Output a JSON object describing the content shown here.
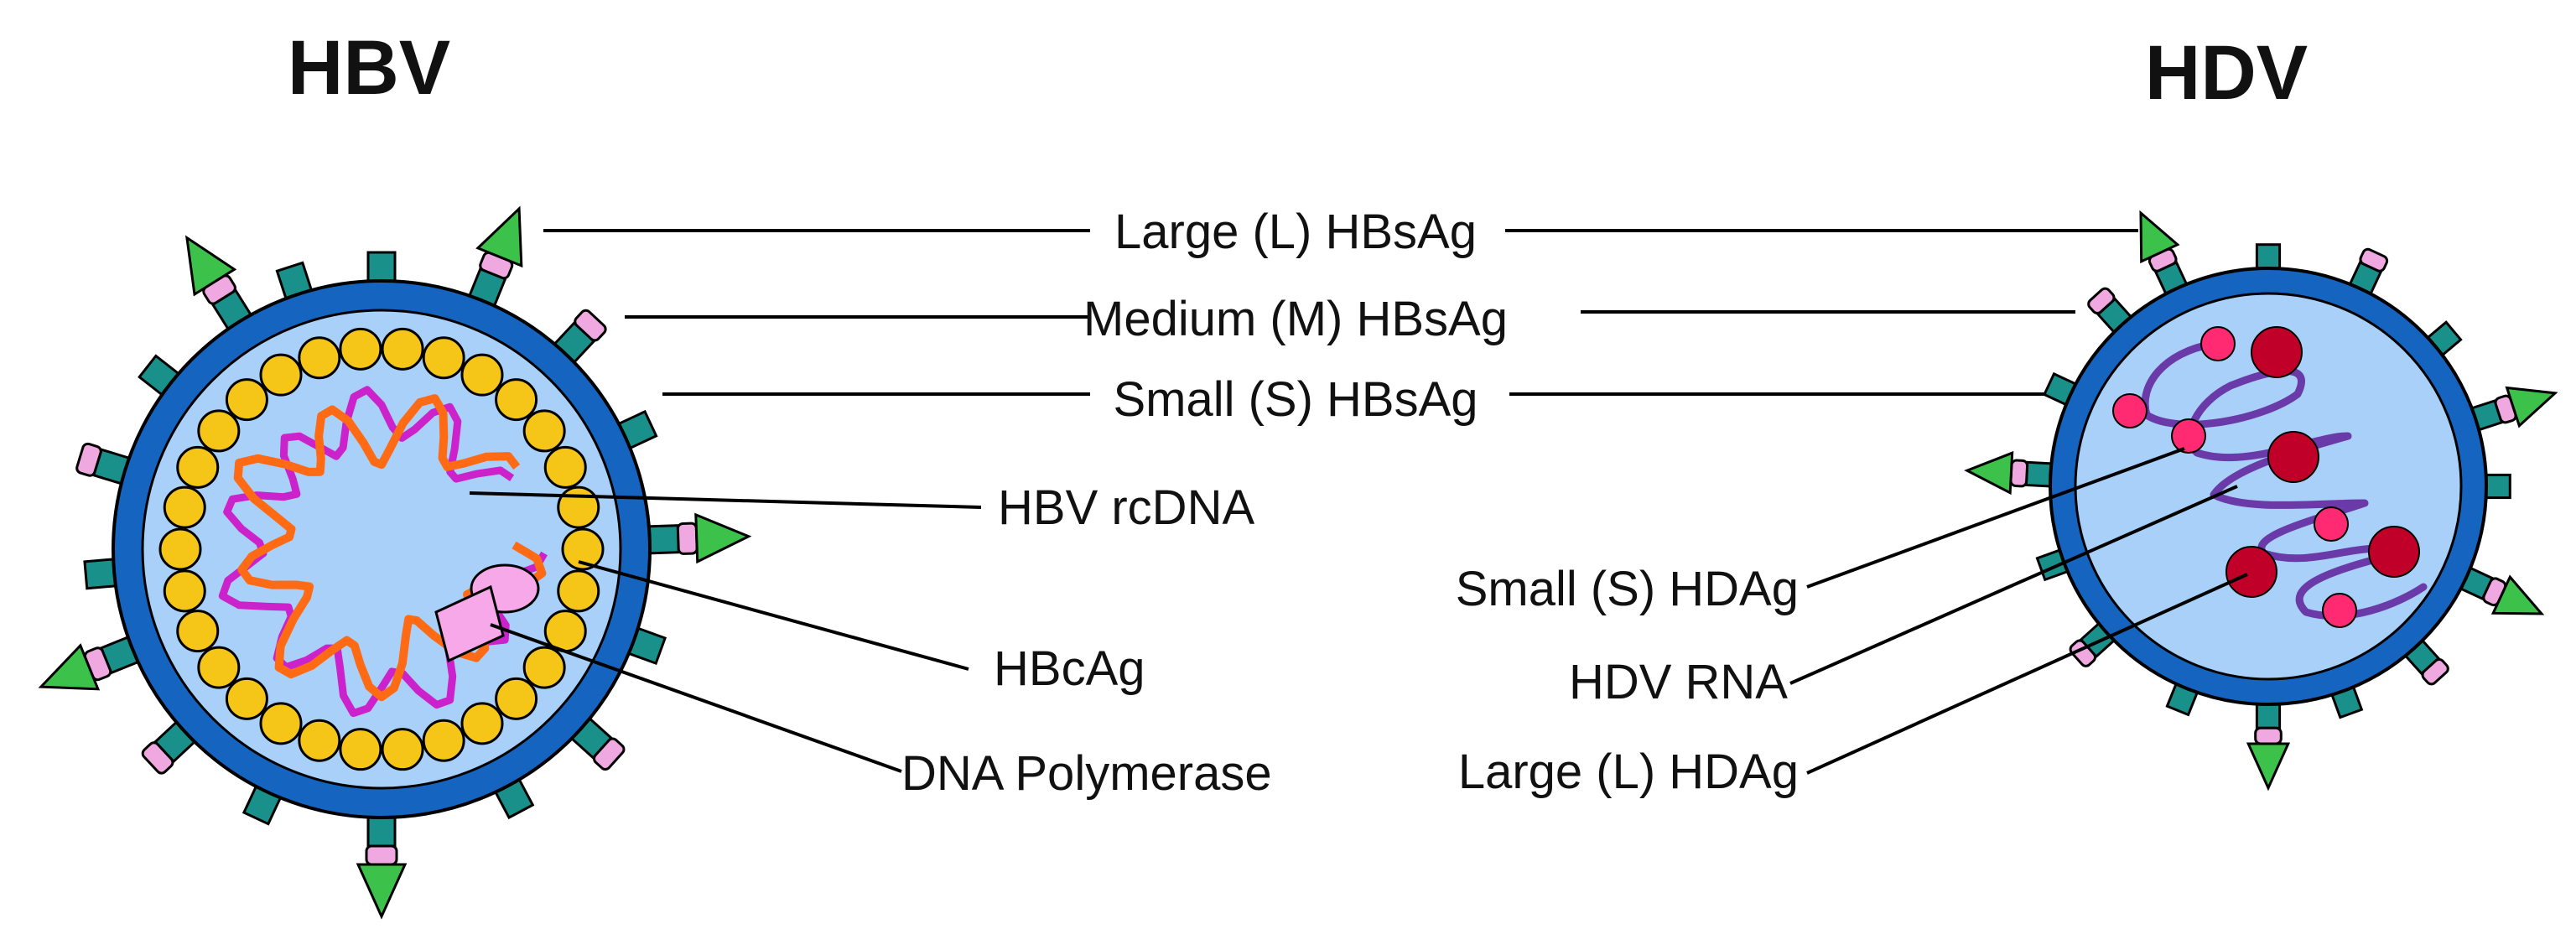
{
  "hbv": {
    "title": "HBV",
    "labels": {
      "l_hbsag": "Large (L) HBsAg",
      "m_hbsag": "Medium (M) HBsAg",
      "s_hbsag": "Small (S) HBsAg",
      "rcdna": "HBV rcDNA",
      "hbcag": "HBcAg",
      "polymerase": "DNA Polymerase"
    }
  },
  "hdv": {
    "title": "HDV",
    "labels": {
      "s_hdag": "Small (S) HDAg",
      "rna": "HDV RNA",
      "l_hdag": "Large (L) HDAg"
    }
  },
  "colors": {
    "envelope": "#1565c0",
    "interior": "#a8d0f8",
    "capsid": "#f5c518",
    "s_protein": "#19908a",
    "m_protein": "#f0a8e0",
    "l_protein": "#3cc24a",
    "dna_plus": "#ff6a14",
    "dna_minus": "#cc22cc",
    "polymerase": "#f7a8e8",
    "rna": "#6a3aa8",
    "s_hdag": "#ff2a72",
    "l_hdag": "#c00028"
  }
}
